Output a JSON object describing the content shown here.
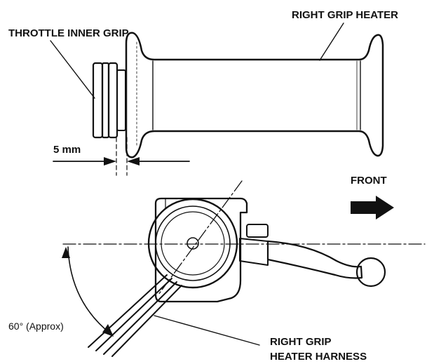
{
  "labels": {
    "right_grip_heater": "RIGHT GRIP HEATER",
    "throttle_inner_grip": "THROTTLE INNER GRIP",
    "gap": "5 mm",
    "front": "FRONT",
    "angle": "60° (Approx)",
    "harness_line1": "RIGHT GRIP",
    "harness_line2": "HEATER HARNESS"
  },
  "colors": {
    "ink": "#111111",
    "paper": "#ffffff"
  },
  "icons": {
    "front_arrow": "arrow-right-icon"
  }
}
